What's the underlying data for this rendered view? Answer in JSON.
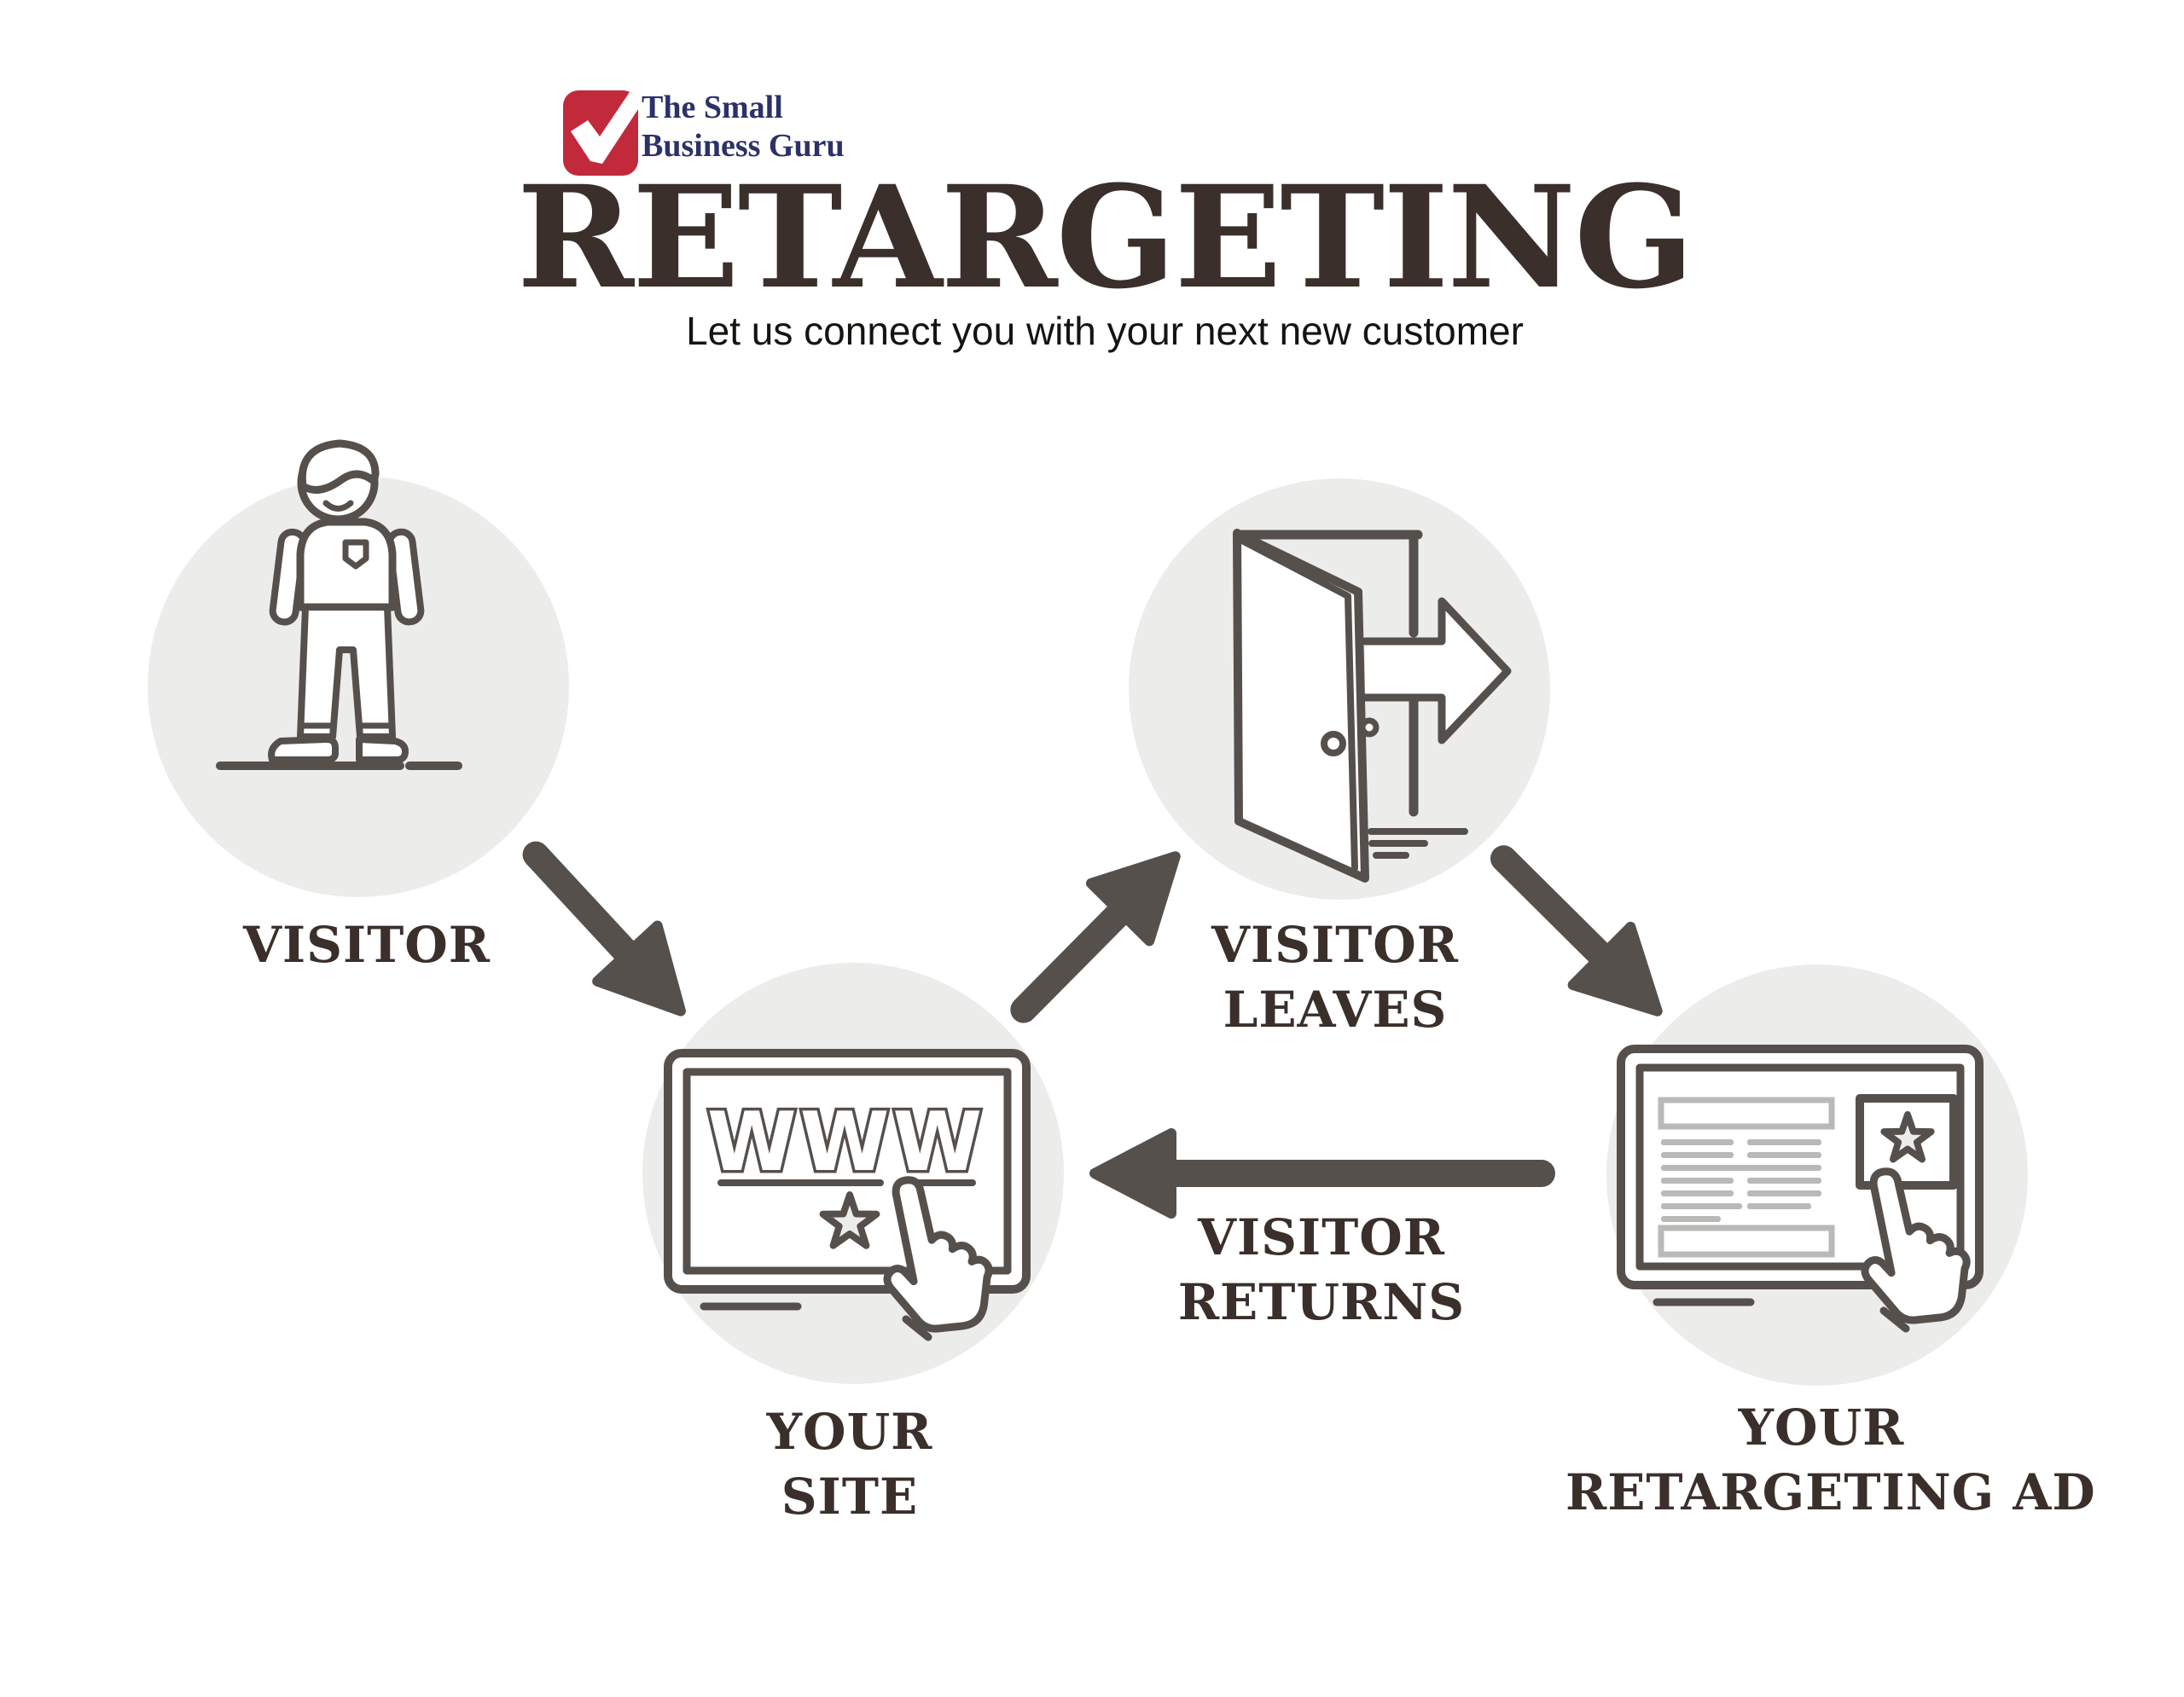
{
  "header": {
    "logo": {
      "check_icon": "checkmark-icon",
      "brand_line1": "The Small",
      "brand_line2": "Business Guru"
    },
    "title": "RETARGETING",
    "subtitle": "Let us connect you with your next new customer"
  },
  "flow": {
    "visitor": {
      "icon": "person-icon",
      "label": "VISITOR"
    },
    "your_site": {
      "icon": "website-browser-icon",
      "screen_text": "WWW",
      "label_line1": "YOUR",
      "label_line2": "SITE"
    },
    "visitor_leaves": {
      "icon": "exit-door-icon",
      "label_line1": "VISITOR",
      "label_line2": "LEAVES"
    },
    "your_retargeting_ad": {
      "icon": "retargeting-ad-icon",
      "label_line1": "YOUR",
      "label_line2": "RETARGETING AD"
    },
    "visitor_returns": {
      "label_line1": "VISITOR",
      "label_line2": "RETURNS"
    }
  },
  "colors": {
    "accent_red": "#c22a3c",
    "brand_navy": "#2c3168",
    "ink": "#3a2f2b",
    "stroke": "#56504c",
    "arrow": "#56504c",
    "circle_bg": "#ececeb",
    "content_gray": "#b9b9b8",
    "subtitle_ink": "#161311",
    "background": "#ffffff"
  }
}
